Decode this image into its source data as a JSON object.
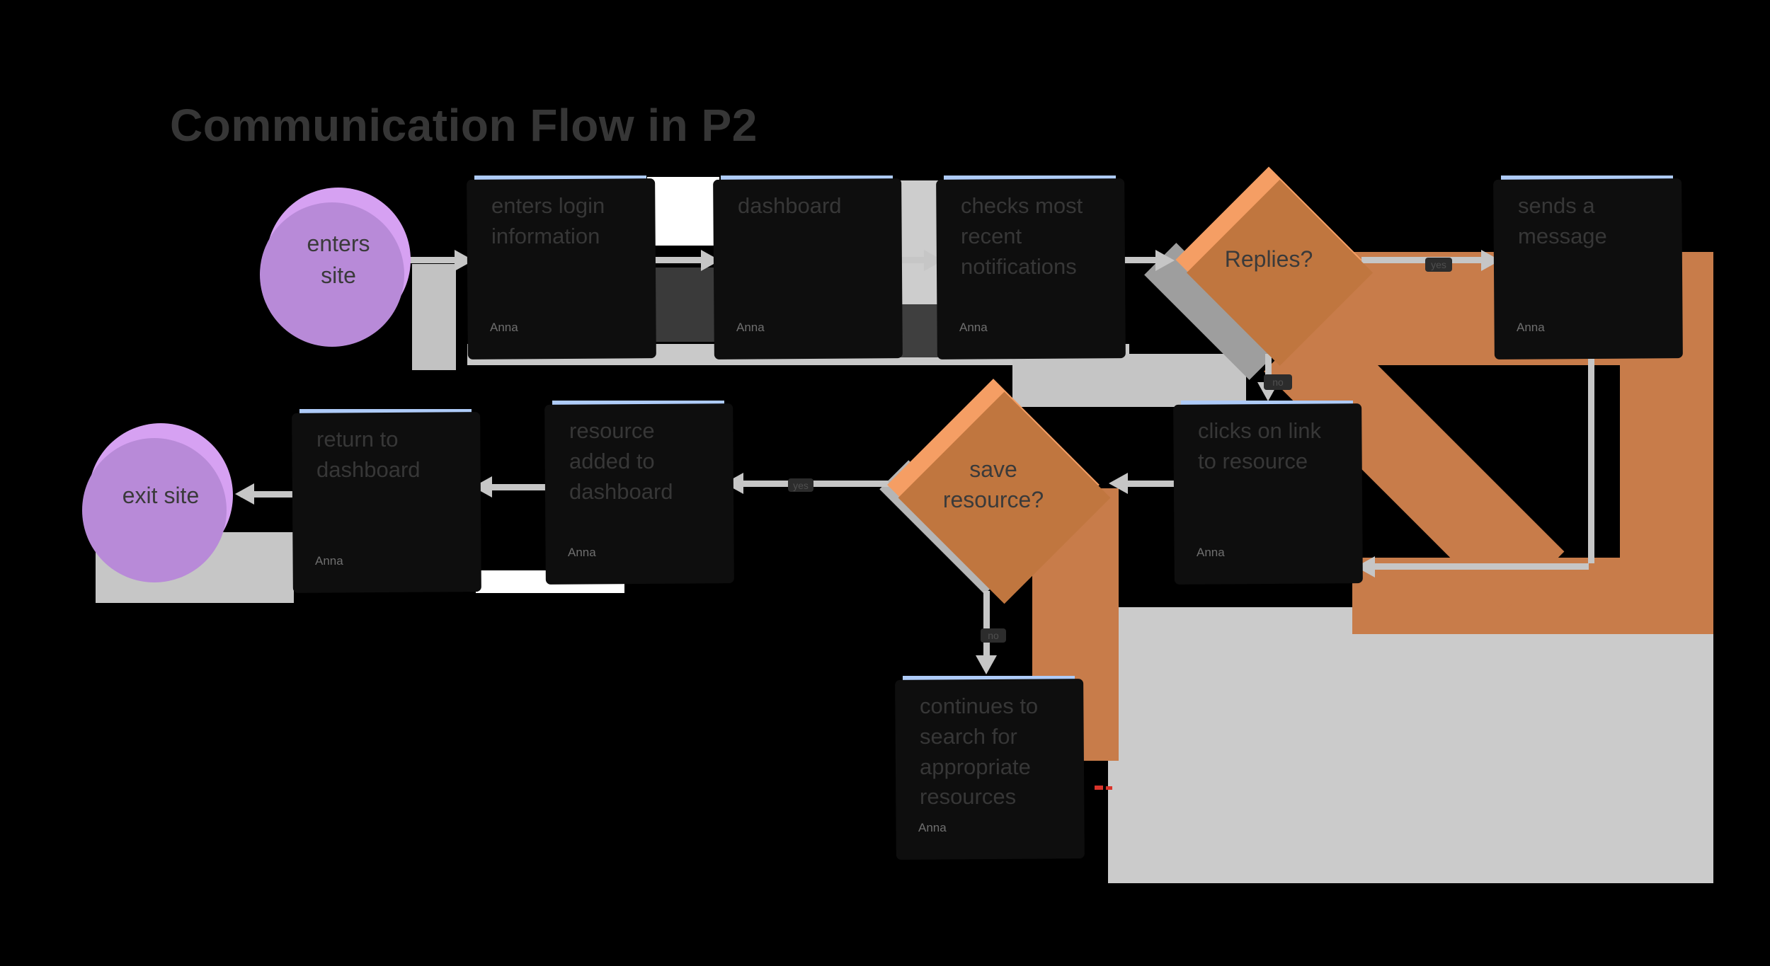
{
  "board": {
    "title": "Communication Flow in P2",
    "tool": "flowchart-canvas",
    "author": "Anna"
  },
  "nodes": {
    "enters_site": {
      "type": "circle",
      "label": "enters site"
    },
    "enters_login": {
      "type": "sticky",
      "label": "enters login information",
      "author": "Anna"
    },
    "dashboard": {
      "type": "sticky",
      "label": "dashboard",
      "author": "Anna"
    },
    "checks_notifications": {
      "type": "sticky",
      "label": "checks most recent notifications",
      "author": "Anna"
    },
    "replies": {
      "type": "decision",
      "label": "Replies?"
    },
    "sends_message": {
      "type": "sticky",
      "label": "sends a message",
      "author": "Anna"
    },
    "clicks_link": {
      "type": "sticky",
      "label": "clicks on link to resource",
      "author": "Anna"
    },
    "save_resource": {
      "type": "decision",
      "label": "save resource?"
    },
    "resource_added": {
      "type": "sticky",
      "label": "resource added to dashboard",
      "author": "Anna"
    },
    "return_dashboard": {
      "type": "sticky",
      "label": "return to dashboard",
      "author": "Anna"
    },
    "exit_site": {
      "type": "circle",
      "label": "exit site"
    },
    "continues_search": {
      "type": "sticky",
      "label": "continues to search for appropriate resources",
      "author": "Anna"
    }
  },
  "connector_labels": {
    "replies_yes": "yes",
    "replies_no": "no",
    "save_yes": "yes",
    "save_no": "no"
  },
  "colors": {
    "canvas": "#000000",
    "sticky": "#aecbf8",
    "circle": "#d6a1f2",
    "diamond": "#f59e64",
    "marker_band": "#c87c4a",
    "connector": "#c6c6c6",
    "title_text": "#363636"
  }
}
